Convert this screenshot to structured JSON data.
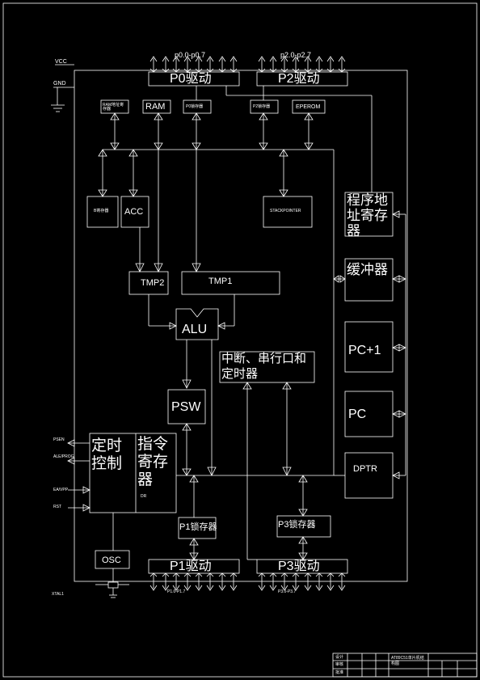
{
  "power": {
    "vcc": "VCC",
    "gnd": "GND"
  },
  "ports": {
    "p0_bus": "p0.0-p0.7",
    "p2_bus": "p2.0-p2.7",
    "p0_driver": "P0驱动",
    "p2_driver": "P2驱动",
    "p1_driver": "P1驱动",
    "p3_driver": "P3驱动",
    "p1_latch": "P1锁存器",
    "p3_latch": "P3锁存器"
  },
  "top_blocks": {
    "ram_addr": "RAM地址寄存器",
    "ram": "RAM",
    "p0_latch": "P0锁存器",
    "p2_latch": "P2锁存器",
    "eeprom": "EPEROM"
  },
  "blocks": {
    "b_reg": "B寄存器",
    "acc": "ACC",
    "stack_pointer": "STACKPOINTER",
    "tmp2": "TMP2",
    "tmp1": "TMP1",
    "alu": "ALU",
    "psw": "PSW",
    "interrupt": "中断、串行口和定时器",
    "timing": "定时控制",
    "instr_reg": "指令寄存器",
    "decoder": "DR",
    "osc": "OSC"
  },
  "right_blocks": {
    "pc_addr_reg": "程序地址寄存器",
    "buffer": "缓冲器",
    "pc_plus1": "PC+1",
    "pc": "PC",
    "dptr": "DPTR"
  },
  "signals": {
    "psen": "PSEN",
    "ale": "ALE/PROG",
    "ea": "EA/VPP",
    "rst": "RST",
    "xtal": "XTAL1"
  },
  "bus_small": {
    "p1_bus": "P1.0-P1.7",
    "p3_bus": "P3.0-P3.7"
  },
  "title_block": {
    "row1_label": "设计",
    "row2_label": "审核",
    "row3_label": "批准",
    "title": "AT89C51单片机结构图"
  }
}
